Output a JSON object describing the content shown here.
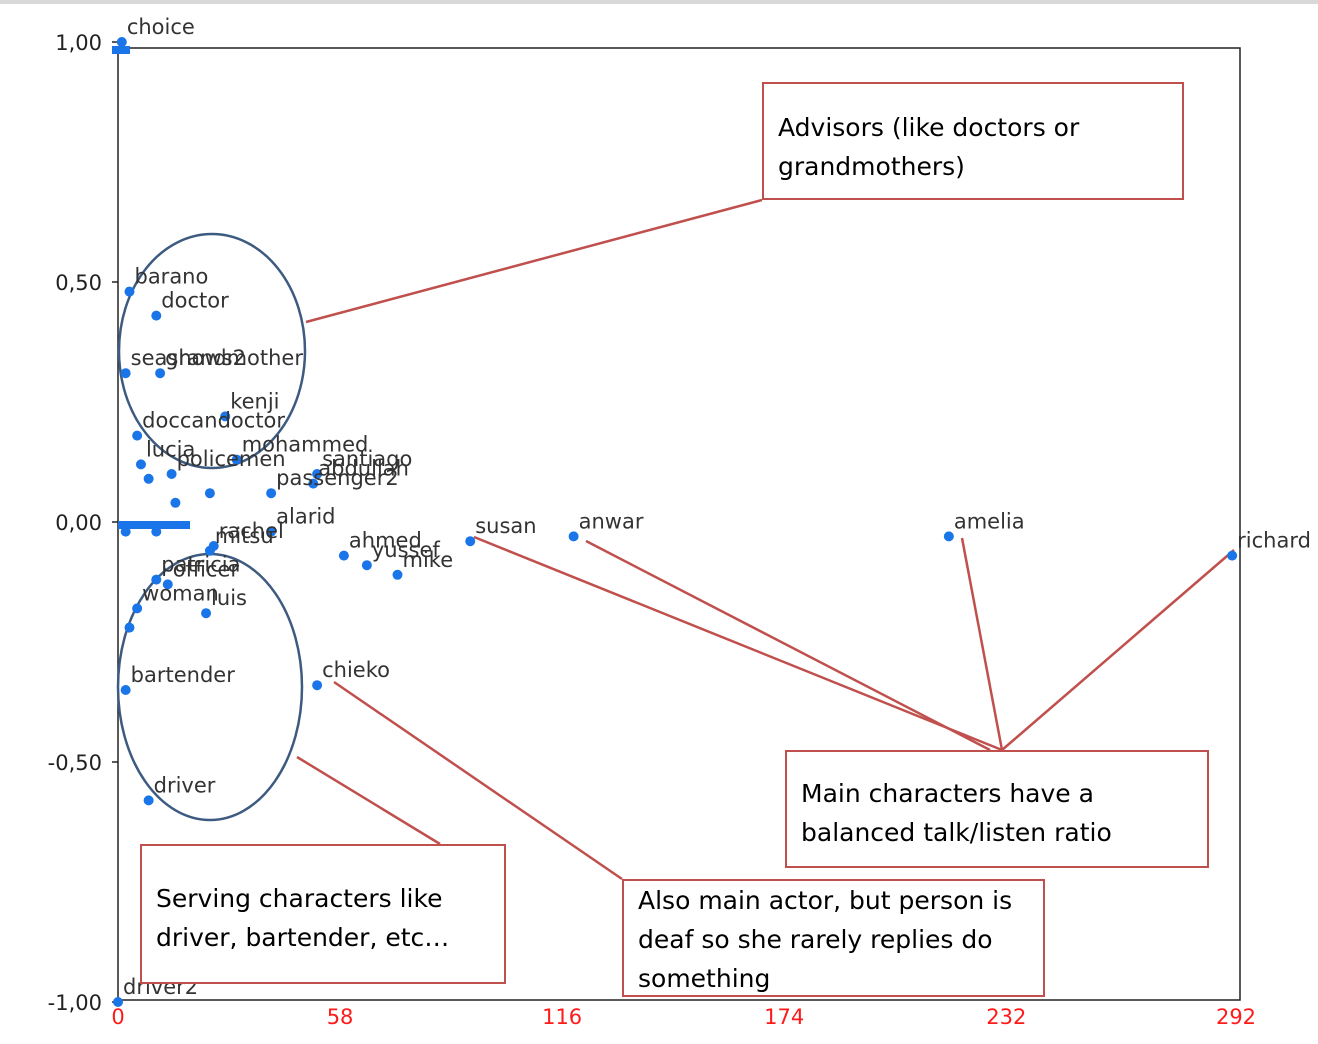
{
  "chart_data": {
    "type": "scatter",
    "title": "",
    "xlabel": "",
    "ylabel": "",
    "xlim": [
      0,
      292
    ],
    "ylim": [
      -1.0,
      1.0
    ],
    "x_ticks": [
      "0",
      "58",
      "116",
      "174",
      "232",
      "292"
    ],
    "y_ticks": [
      "1,00",
      "0,50",
      "0,00",
      "-0,50",
      "-1,00"
    ],
    "grid": false,
    "colors": {
      "points": "#1a75e8",
      "x_ticks": "#ff1a1a",
      "annotation_border": "#c0504d",
      "ellipse": "#3d5a80"
    },
    "points": [
      {
        "label": "choice",
        "x": 1,
        "y": 1.0
      },
      {
        "label": "barano",
        "x": 3,
        "y": 0.48
      },
      {
        "label": "doctor",
        "x": 10,
        "y": 0.43
      },
      {
        "label": "seashows2",
        "x": 2,
        "y": 0.31
      },
      {
        "label": "grandmother",
        "x": 11,
        "y": 0.31
      },
      {
        "label": "kenji",
        "x": 28,
        "y": 0.22
      },
      {
        "label": "doccandoctor",
        "x": 5,
        "y": 0.18
      },
      {
        "label": "mohammed",
        "x": 31,
        "y": 0.13
      },
      {
        "label": "lucia",
        "x": 6,
        "y": 0.12
      },
      {
        "label": "policemen",
        "x": 14,
        "y": 0.1
      },
      {
        "label": "santiago",
        "x": 52,
        "y": 0.1
      },
      {
        "label": "abdullah",
        "x": 51,
        "y": 0.08
      },
      {
        "label": "passenger2",
        "x": 40,
        "y": 0.06
      },
      {
        "label": "",
        "x": 8,
        "y": 0.09
      },
      {
        "label": "",
        "x": 24,
        "y": 0.06
      },
      {
        "label": "",
        "x": 15,
        "y": 0.04
      },
      {
        "label": "",
        "x": 2,
        "y": -0.02
      },
      {
        "label": "",
        "x": 10,
        "y": -0.02
      },
      {
        "label": "alarid",
        "x": 40,
        "y": -0.02
      },
      {
        "label": "rachel",
        "x": 25,
        "y": -0.05
      },
      {
        "label": "mitsu",
        "x": 24,
        "y": -0.06
      },
      {
        "label": "ahmed",
        "x": 59,
        "y": -0.07
      },
      {
        "label": "yussef",
        "x": 65,
        "y": -0.09
      },
      {
        "label": "mike",
        "x": 73,
        "y": -0.11
      },
      {
        "label": "susan",
        "x": 92,
        "y": -0.04
      },
      {
        "label": "anwar",
        "x": 119,
        "y": -0.03
      },
      {
        "label": "amelia",
        "x": 217,
        "y": -0.03
      },
      {
        "label": "richard",
        "x": 291,
        "y": -0.07
      },
      {
        "label": "patricia",
        "x": 10,
        "y": -0.12
      },
      {
        "label": "officer",
        "x": 13,
        "y": -0.13
      },
      {
        "label": "luis",
        "x": 23,
        "y": -0.19
      },
      {
        "label": "woman",
        "x": 5,
        "y": -0.18
      },
      {
        "label": "",
        "x": 3,
        "y": -0.22
      },
      {
        "label": "bartender",
        "x": 2,
        "y": -0.35
      },
      {
        "label": "chieko",
        "x": 52,
        "y": -0.34
      },
      {
        "label": "driver",
        "x": 8,
        "y": -0.58
      },
      {
        "label": "driver2",
        "x": 0,
        "y": -1.0
      }
    ]
  },
  "annotations": [
    {
      "id": "advisors",
      "text": "Advisors  (like doctors or grandmothers)"
    },
    {
      "id": "main",
      "text": "Main characters have a balanced talk/listen ratio"
    },
    {
      "id": "serving",
      "text": "Serving characters like driver, bartender, etc…"
    },
    {
      "id": "deaf",
      "text": "Also main actor, but person is deaf so she rarely replies do something"
    }
  ]
}
